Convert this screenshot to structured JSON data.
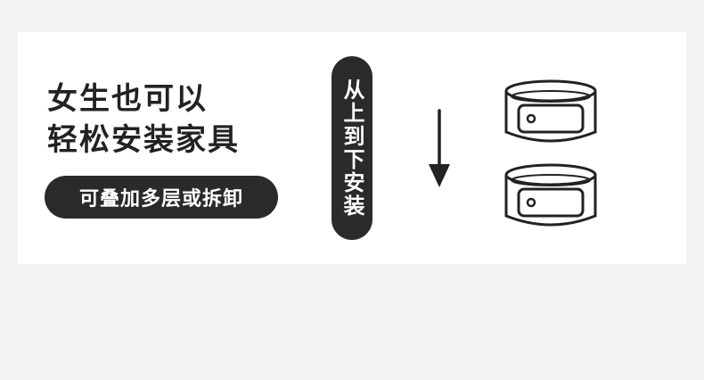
{
  "headline": {
    "line1": "女生也可以",
    "line2": "轻松安装家具"
  },
  "badge": "可叠加多层或拆卸",
  "vertical_label": "从上到下安装",
  "icons": {
    "arrow": "arrow-down-icon",
    "box_top": "drawer-box-icon",
    "box_bottom": "drawer-box-icon"
  },
  "colors": {
    "background": "#f3f3f3",
    "card": "#ffffff",
    "text": "#222222",
    "pill": "#2a2a2a"
  }
}
